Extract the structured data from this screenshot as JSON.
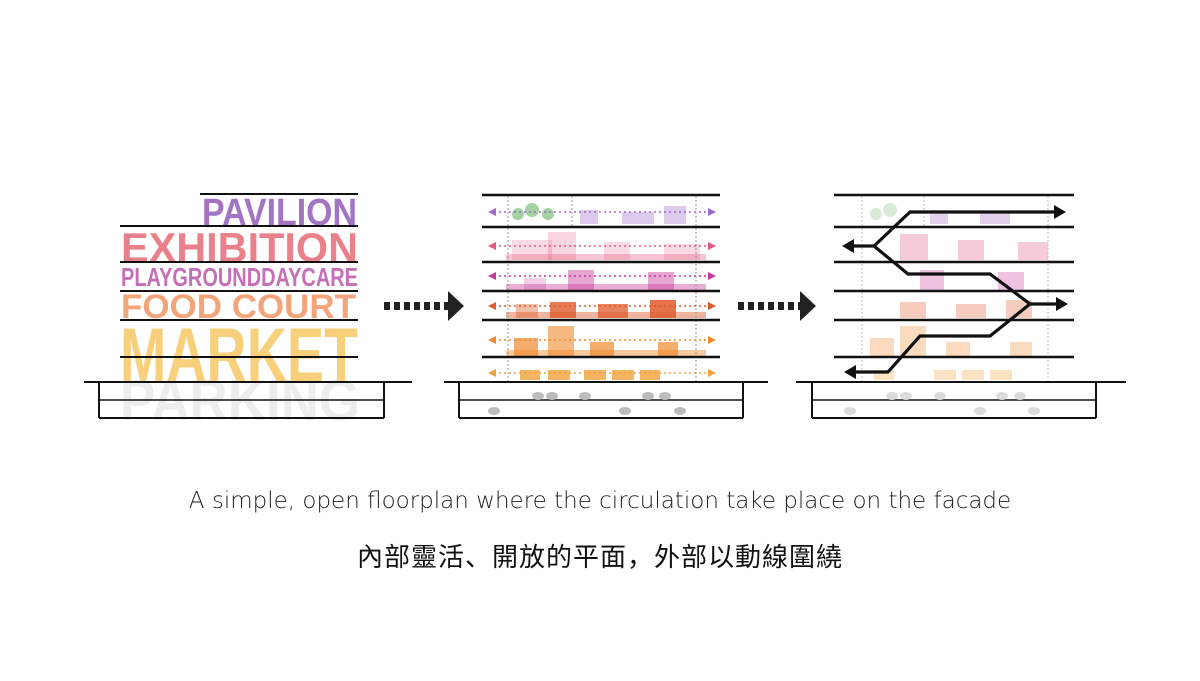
{
  "diagram_1": {
    "labels": [
      {
        "text": "PAVILION",
        "color": "#a474c4"
      },
      {
        "text": "EXHIBITION",
        "color": "#e9808a"
      },
      {
        "text": "PLAYGROUNDDAYCARE",
        "color": "#c56fb8"
      },
      {
        "text": "FOOD COURT",
        "color": "#f2a57a"
      },
      {
        "text": "MARKET",
        "color": "#f8cf7b"
      },
      {
        "text": "PARKING",
        "color": "#ededed"
      }
    ]
  },
  "arrow_color": "#222222",
  "floor_colors": [
    "#9d6bc7",
    "#e6577f",
    "#c9379a",
    "#e05a2a",
    "#f08a2d",
    "#f0a23a"
  ],
  "captions": {
    "english": "A simple, open floorplan where the circulation take place on the facade",
    "chinese": "內部靈活、開放的平面，外部以動線圍繞"
  }
}
